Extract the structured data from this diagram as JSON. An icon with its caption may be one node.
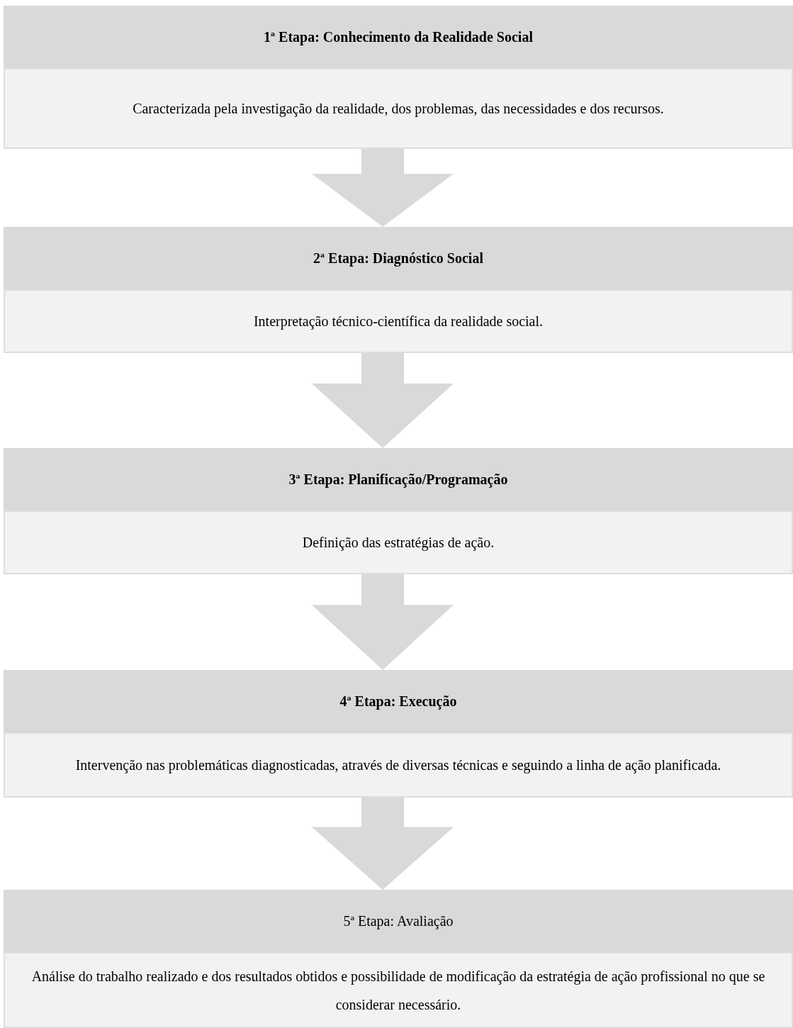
{
  "diagram": {
    "nodes": [
      {
        "text": [
          "**1ª Etapa: Conhecimento da Realidade Social**"
        ]
      },
      {
        "text": [
          "Caracterizada pela investigação da realidade, dos problemas, das necessidades e dos recursos."
        ]
      },
      {
        "text": [
          "**2ª Etapa: Diagnóstico Social**"
        ]
      },
      {
        "text": [
          "Interpretação técnico-científica da realidade social."
        ]
      },
      {
        "text": [
          "**3ª Etapa: Planificação/Programação**"
        ]
      },
      {
        "text": [
          "Definição das estratégias de ação."
        ]
      },
      {
        "text": [
          "**4ª Etapa: Execução**"
        ]
      },
      {
        "text": [
          "Intervenção nas problemáticas diagnosticadas, através de diversas técnicas e seguindo a linha de ação planificada."
        ]
      },
      {
        "text": [
          "5ª Etapa: Avaliação"
        ]
      },
      {
        "text": [
          "Análise do trabalho realizado e dos resultados obtidos e possibilidade de modificação da estratégia de ação profissional no que se considerar necessário."
        ]
      }
    ],
    "edges": [
      {
        "from": 1,
        "to": 2,
        "arrow": "to",
        "style": "thick"
      },
      {
        "from": 3,
        "to": 4,
        "arrow": "to",
        "style": "thick"
      },
      {
        "from": 5,
        "to": 6,
        "arrow": "to",
        "style": "thick"
      },
      {
        "from": 7,
        "to": 8,
        "arrow": "to",
        "style": "thick"
      }
    ]
  }
}
